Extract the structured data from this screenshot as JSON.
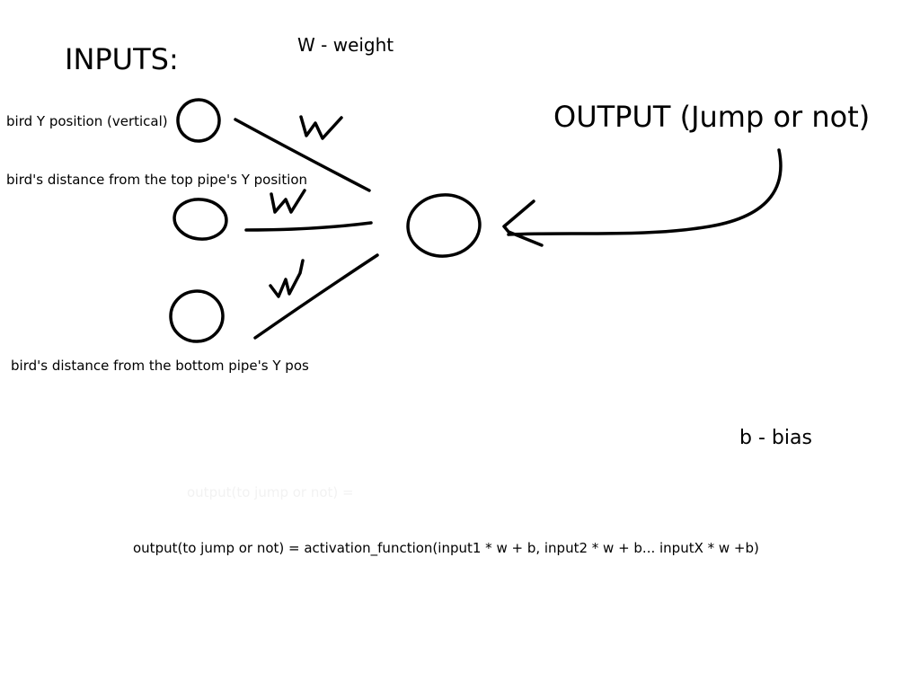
{
  "heading": "INPUTS:",
  "legend": {
    "weight": "W - weight",
    "bias": "b - bias"
  },
  "output_title": "OUTPUT (Jump or not)",
  "inputs": [
    {
      "label": "bird Y position (vertical)",
      "weight": "w"
    },
    {
      "label": "bird's distance from the top pipe's Y position",
      "weight": "w"
    },
    {
      "label": "bird's distance from the  bottom pipe's Y pos",
      "weight": "w"
    }
  ],
  "formula_ghost": "output(to jump or not) = ",
  "formula": "output(to jump or not) = activation_function(input1 * w + b, input2 * w + b... inputX * w +b)",
  "colors": {
    "ink": "#000000",
    "background": "#ffffff",
    "ghost_text": "#f2f2f2"
  }
}
